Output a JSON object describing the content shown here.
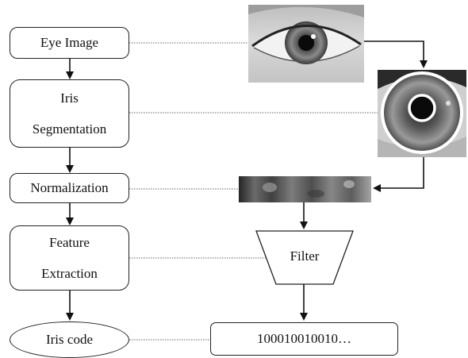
{
  "flow_steps": {
    "eye_image": "Eye Image",
    "iris_segmentation_line1": "Iris",
    "iris_segmentation_line2": "Segmentation",
    "normalization": "Normalization",
    "feature_extraction_line1": "Feature",
    "feature_extraction_line2": "Extraction",
    "iris_code": "Iris code"
  },
  "filter": {
    "label": "Filter"
  },
  "output": {
    "code_value": "100010010010…"
  }
}
